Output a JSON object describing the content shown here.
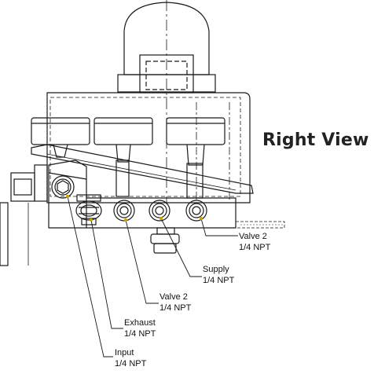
{
  "view_title": "Right View",
  "callouts": [
    {
      "name": "Valve 2",
      "spec": "1/4 NPT"
    },
    {
      "name": "Supply",
      "spec": "1/4 NPT"
    },
    {
      "name": "Valve 2",
      "spec": "1/4 NPT"
    },
    {
      "name": "Exhaust",
      "spec": "1/4 NPT"
    },
    {
      "name": "Input",
      "spec": "1/4 NPT"
    }
  ],
  "colors": {
    "line": "#1a1a1a",
    "leader_tip": "#c8a400"
  }
}
